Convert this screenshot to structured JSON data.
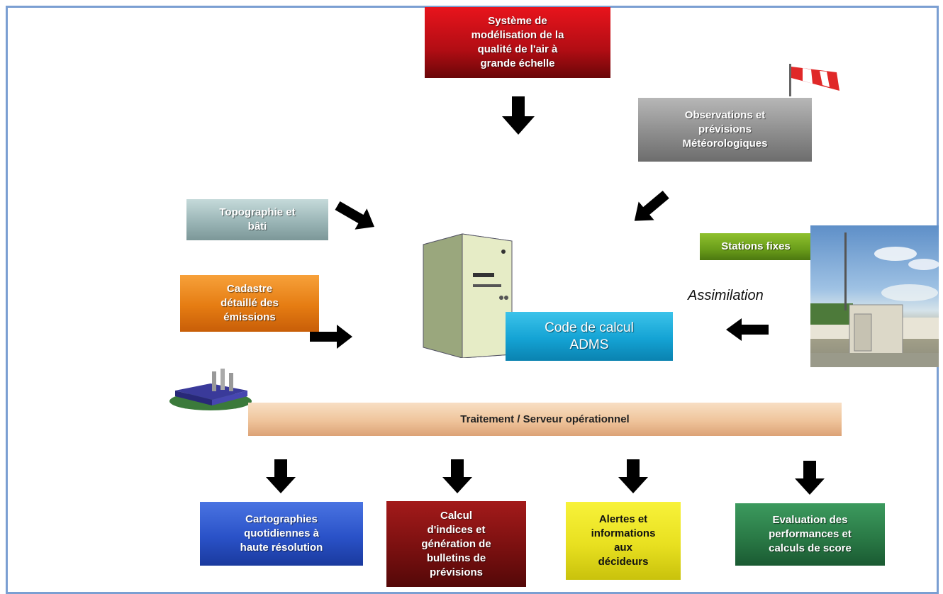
{
  "boxes": {
    "systeme": "Système de\nmodélisation de la\nqualité de l'air à\ngrande échelle",
    "observations": "Observations et\nprévisions\nMétéorologiques",
    "topographie": "Topographie et\nbâti",
    "cadastre": "Cadastre\ndétaillé des\némissions",
    "stations": "Stations fixes",
    "code": "Code de calcul\nADMS",
    "traitement": "Traitement / Serveur opérationnel",
    "cartographies": "Cartographies\nquotidiennes à\nhaute résolution",
    "calcul": "Calcul\nd'indices et\ngénération de\nbulletins de\nprévisions",
    "alertes": "Alertes et\ninformations\naux\ndécideurs",
    "evaluation": "Evaluation des\nperformances et\ncalculs de score"
  },
  "labels": {
    "assimilation": "Assimilation"
  },
  "colors": {
    "frame": "#7b9fd2",
    "systeme": "#c8101a",
    "observations": "#8a8a8a",
    "topographie": "#98b4b6",
    "cadastre": "#e87d12",
    "stations": "#6a9d1a",
    "code": "#1aa3d6",
    "traitement": "#f0c79d",
    "cartographies": "#2a52c8",
    "calcul": "#7a1010",
    "alertes": "#e9e320",
    "evaluation": "#2a7a46"
  },
  "icons": [
    "computer-tower-icon",
    "windsock-icon",
    "factory-icon",
    "station-photo-icon",
    "arrow-icon"
  ]
}
